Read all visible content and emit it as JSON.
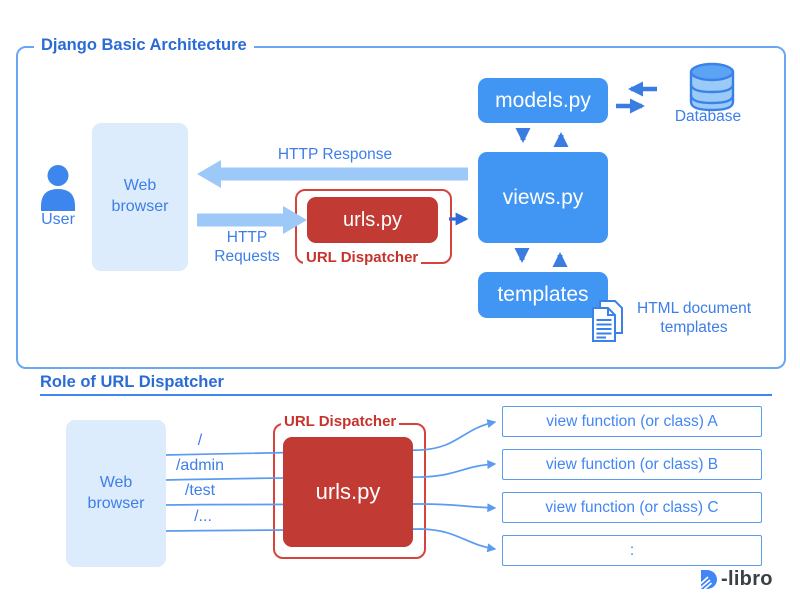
{
  "colors": {
    "box_blue": "#4196f3",
    "light_blue_fill": "#dcecfc",
    "accent_blue": "#3d7ee8",
    "thick_arrow_blue": "#9cc9f8",
    "panel_border_blue": "#6aa7f3",
    "red_box": "#c13a33",
    "red_outline": "#d5443c",
    "heading_blue": "#2b6cd4"
  },
  "architecture": {
    "title": "Django Basic Architecture",
    "user_label": "User",
    "browser_label": "Web browser",
    "http_response": "HTTP Response",
    "http_requests": "HTTP Requests",
    "urls_label": "urls.py",
    "dispatcher_label": "URL Dispatcher",
    "views_label": "views.py",
    "models_label": "models.py",
    "templates_label": "templates",
    "database_label": "Database",
    "html_templates_note": "HTML document templates"
  },
  "dispatcher_role": {
    "title": "Role of URL Dispatcher",
    "browser_label": "Web browser",
    "paths": [
      "/",
      "/admin",
      "/test",
      "/..."
    ],
    "dispatcher_label": "URL Dispatcher",
    "urls_label": "urls.py",
    "view_boxes": [
      "view function (or class) A",
      "view function (or class) B",
      "view function (or class) C",
      ":"
    ]
  },
  "logo": {
    "text": "-libro"
  }
}
